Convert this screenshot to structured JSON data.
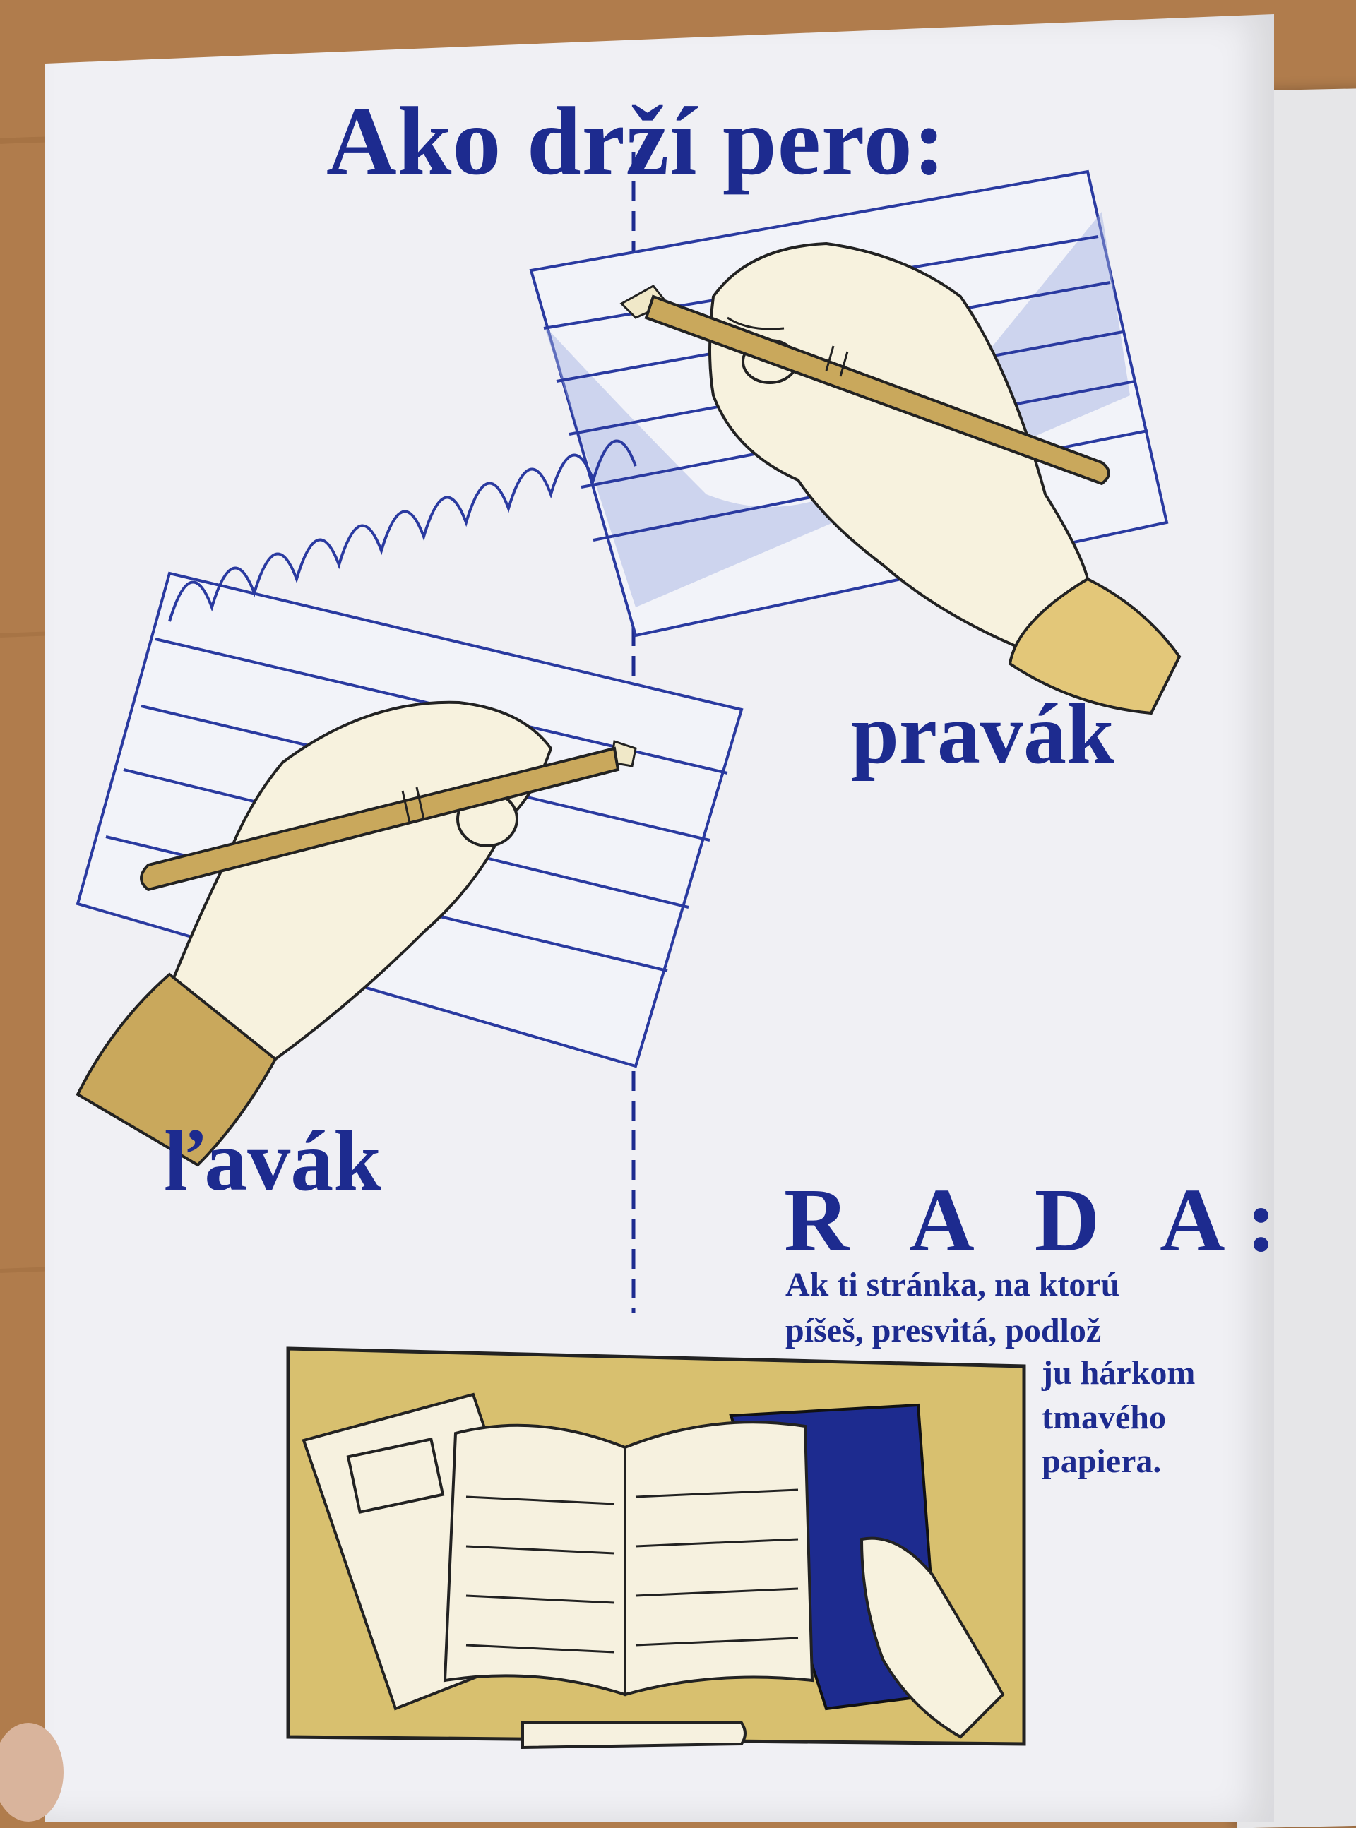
{
  "page": {
    "title": "Ako drží pero:",
    "right_hand_label": "pravák",
    "left_hand_label": "ľavák"
  },
  "tip": {
    "heading": "R A D A:",
    "lines": [
      "Ak ti stránka, na ktorú",
      "píšeš, presvitá, podlož",
      "ju hárkom",
      "tmavého",
      "papiera."
    ]
  },
  "colors": {
    "ink_blue": "#1d2b8f",
    "pen_gold": "#c9a85c",
    "box_gold": "#d8c06f",
    "paper": "#f0f0f4",
    "wood": "#b07c4c"
  }
}
